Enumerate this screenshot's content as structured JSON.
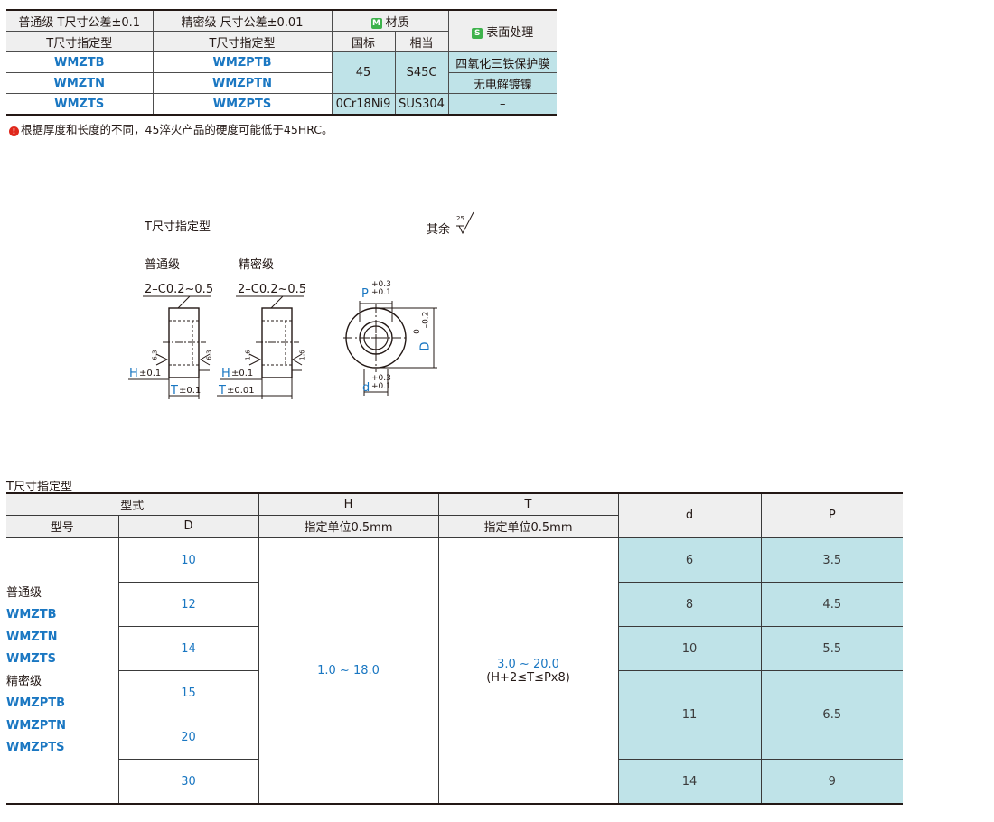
{
  "spec_table": {
    "header_standard": "普通级  T尺寸公差±0.1",
    "header_precision": "精密级  尺寸公差±0.01",
    "material_badge": "M",
    "material_header": "材质",
    "surface_badge": "S",
    "surface_header": "表面处理",
    "sub_standard": "T尺寸指定型",
    "sub_precision": "T尺寸指定型",
    "sub_gb": "国标",
    "sub_equiv": "相当",
    "rows": [
      {
        "standard": "WMZTB",
        "precision": "WMZPTB",
        "surface": "四氧化三铁保护膜"
      },
      {
        "standard": "WMZTN",
        "precision": "WMZPTN",
        "surface": "无电解镀镍"
      },
      {
        "standard": "WMZTS",
        "precision": "WMZPTS",
        "gb": "0Cr18Ni9",
        "equiv": "SUS304",
        "surface": "–"
      }
    ],
    "gb_steel": "45",
    "equiv_steel": "S45C"
  },
  "note": {
    "icon": "!",
    "text": "根据厚度和长度的不同，45淬火产品的硬度可能低于45HRC。"
  },
  "drawing": {
    "title": "T尺寸指定型",
    "roughness_label": "其余",
    "roughness_value": "25",
    "standard_label": "普通级",
    "precision_label": "精密级",
    "chamfer_standard": "2–C0.2~0.5",
    "chamfer_precision": "2–C0.2~0.5",
    "h_letter": "H",
    "h_tol_standard": "±0.1",
    "h_tol_precision": "±0.1",
    "t_letter": "T",
    "t_tol_standard": "±0.1",
    "t_tol_precision": "±0.01",
    "rough_63": "6.3",
    "rough_16": "1.6",
    "p_letter": "P",
    "p_tol_upper": "+0.3",
    "p_tol_lower": "+0.1",
    "d_letter": "d",
    "d_tol_upper": "+0.3",
    "d_tol_lower": "+0.1",
    "D_letter": "D",
    "D_tol_upper": "0",
    "D_tol_lower": "–0.2",
    "colors": {
      "blue": "#1a77c2",
      "line": "#231815"
    }
  },
  "dimension_table": {
    "title": "T尺寸指定型",
    "header_type": "型式",
    "header_h": "H",
    "header_t": "T",
    "header_d_small": "d",
    "header_p": "P",
    "sub_model": "型号",
    "sub_D": "D",
    "sub_h_unit": "指定单位0.5mm",
    "sub_t_unit": "指定单位0.5mm",
    "model_lines": [
      {
        "text": "普通级",
        "kind": "label"
      },
      {
        "text": "WMZTB",
        "kind": "model"
      },
      {
        "text": "WMZTN",
        "kind": "model"
      },
      {
        "text": "WMZTS",
        "kind": "model"
      },
      {
        "text": "精密级",
        "kind": "label"
      },
      {
        "text": "WMZPTB",
        "kind": "model"
      },
      {
        "text": "WMZPTN",
        "kind": "model"
      },
      {
        "text": "WMZPTS",
        "kind": "model"
      }
    ],
    "D_values": [
      "10",
      "12",
      "14",
      "15",
      "20",
      "30"
    ],
    "h_range": "1.0 ~ 18.0",
    "t_range": "3.0 ~ 20.0",
    "t_condition": "(H+2≤T≤Px8)",
    "dp_rows": [
      {
        "d": "6",
        "p": "3.5"
      },
      {
        "d": "8",
        "p": "4.5"
      },
      {
        "d": "10",
        "p": "5.5"
      },
      {
        "d": "11",
        "p": "6.5"
      },
      {
        "d": "14",
        "p": "9"
      }
    ],
    "colors": {
      "teal": "#bfe3e8",
      "header": "#efefef"
    }
  }
}
